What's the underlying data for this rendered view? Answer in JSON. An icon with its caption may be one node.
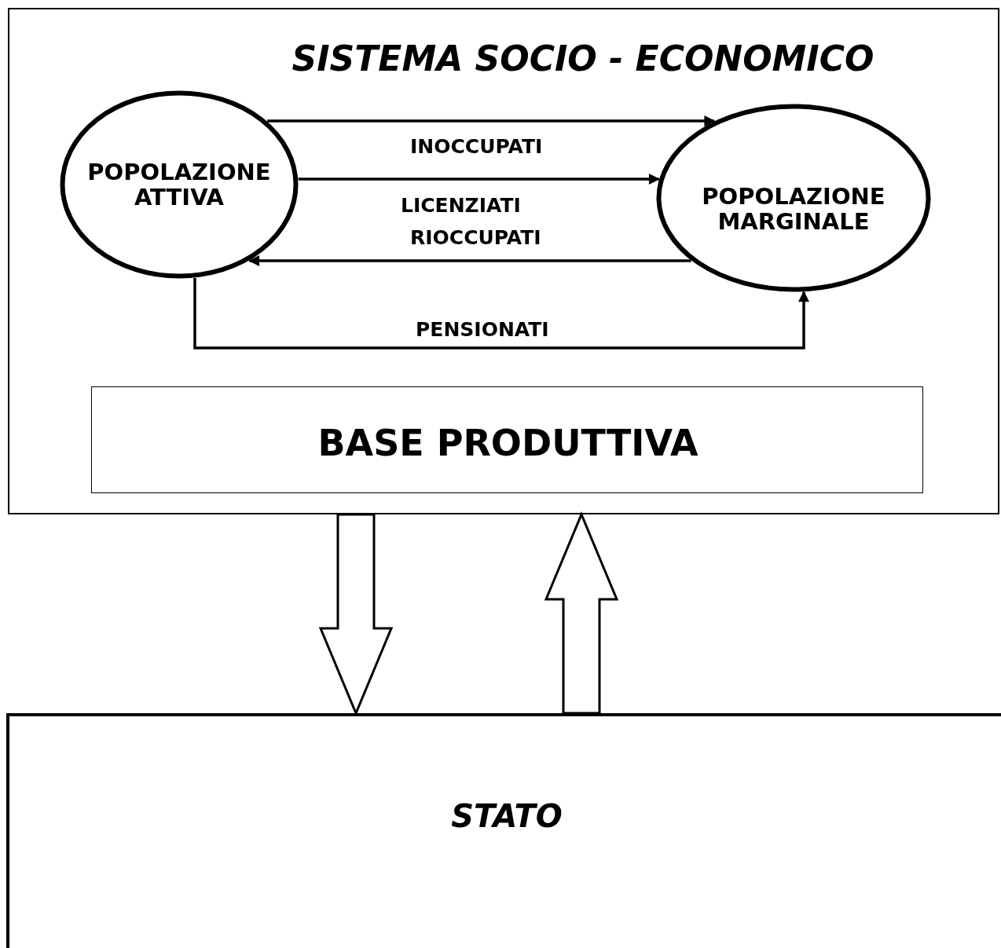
{
  "diagram": {
    "nodes": [
      {
        "text": [
          "SISTEMA SOCIO - ECONOMICO"
        ]
      },
      {
        "text": [
          "POPOLAZIONE ATTIVA"
        ],
        "in": 0
      },
      {
        "text": [
          "POPOLAZIONE MARGINALE"
        ],
        "in": 0
      },
      {
        "text": [
          "BASE PRODUTTIVA"
        ],
        "in": 0
      },
      {
        "text": [
          "STATO"
        ]
      }
    ],
    "edges": [
      {
        "from": 1,
        "to": 2,
        "arrow": "to",
        "label": "INOCCUPATI"
      },
      {
        "from": 1,
        "to": 2,
        "arrow": "to",
        "label": "LICENZIATI"
      },
      {
        "from": 2,
        "to": 1,
        "arrow": "to",
        "label": "RIOCCUPATI"
      },
      {
        "from": 1,
        "to": 2,
        "arrow": "to",
        "label": "PENSIONATI"
      },
      {
        "from": 0,
        "to": 4,
        "arrow": "to",
        "style": "thick"
      },
      {
        "from": 4,
        "to": 0,
        "arrow": "to",
        "style": "thick"
      }
    ]
  }
}
